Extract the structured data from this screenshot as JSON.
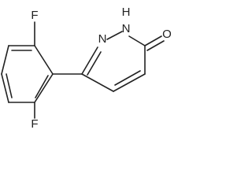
{
  "molecule": {
    "atoms": {
      "f_top": "F",
      "f_bottom": "F",
      "n_ring": "N",
      "nh_ring": "N",
      "nh_hydrogen": "H",
      "o_carbonyl": "O"
    },
    "colors": {
      "bond": "#222222",
      "label": "#222222",
      "background": "#ffffff"
    }
  }
}
